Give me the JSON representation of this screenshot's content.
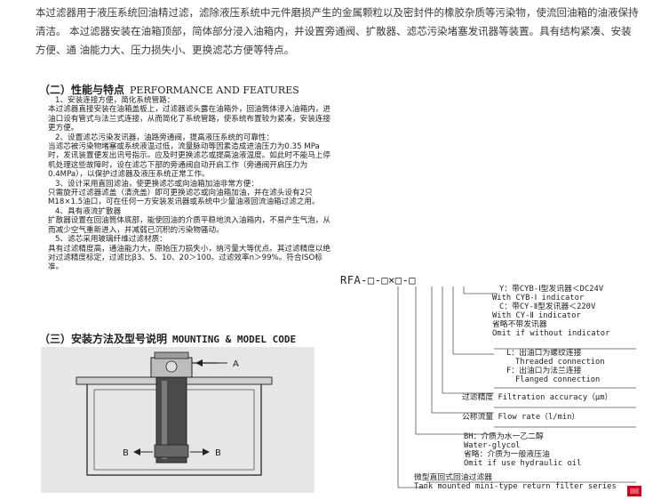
{
  "intro": {
    "text": "本过滤器用于液压系统回油精过滤，滤除液压系统中元件磨损产生的金属颗粒以及密封件的橡胶杂质等污染物，使流回油箱的油液保持清洁。 本过滤器安装在油箱顶部，简体部分浸入油箱内，并设置旁通阀、扩散器、滤芯污染堵塞发讯器等装置。具有结构紧凑、安装方便、通 油能力大、压力损失小、更换滤芯方便等特点。"
  },
  "performance": {
    "title_cn": "（二）性能与特点",
    "title_en": "PERFORMANCE AND FEATURES",
    "items": [
      {
        "h": "1、安装连接方便，简化系统管路：",
        "t": "本过滤器直接安装在油箱盖板上，过滤器滤头露在油箱外，回油筒体浸入油箱内，进油口设有管式与法兰式连接，从而简化了系统管路，使系统布置较为紧凑，安装连接更方便。"
      },
      {
        "h": "2、设置滤芯污染发讯器，油路旁通阀，提高液压系统的可靠性：",
        "t": "当滤芯被污染物堵塞或系统液温过低，流量脉动等因素造成进油压力为0.35 MPa时，发讯装置便发出讯号指示。应及时更换滤芯或提高油液温度。如此时不能马上停机处理这些故障时，设在滤芯下部的旁通阀自动开启工作（旁通阀开启压力为0.4MPa），以保护过滤器及液压系统正常工作。"
      },
      {
        "h": "3、设计采用直回滤油，使更换滤芯或向油箱加油非常方便：",
        "t": "只需旋开过滤器滤盖（清洗盖）即可更换滤芯或向油箱加油，并在滤头设有2只M18×1.5油口，可在任何一方安装发讯器或系统中少量油液回流油箱过滤之用。"
      },
      {
        "h": "4、具有液流扩散器",
        "t": "扩散器设置在回油筒体底部，能使回油的介质平稳地流入油箱内，不易产生气泡，从而减少空气重新进入，并减弱已沉积的污染物骚动。"
      },
      {
        "h": "5、滤芯采用玻璃纤维过滤材质：",
        "t": "具有过滤精度高，通油能力大，原始压力损失小，纳污量大等优点。其过滤精度以绝对过滤精度标定，过滤比β3、5、10、20＞100。过滤效率n＞99%。符合ISO标准。"
      }
    ]
  },
  "mounting": {
    "title_cn": "（三）安装方法及型号说明",
    "title_en": "MOUNTING & MODEL CODE"
  },
  "diagram": {
    "label_a": "A",
    "label_b1": "B",
    "label_b2": "B"
  },
  "model_code": {
    "code": "RFA-□-□×□-□",
    "lines": [
      "Y：带CYB-Ⅰ型发讯器＜DC24V",
      "With CYB-Ⅰ indicator",
      "C：带CY-Ⅱ型发讯器＜220V",
      "With CY-Ⅱ indicator",
      "省略不带发讯器",
      "Omit if without indicator",
      "L：出油口为螺纹连接",
      "Threaded connection",
      "F：出油口为法兰连接",
      "Flanged connection",
      "过滤精度 Filtration accuracy（μm）",
      "公称流量 Flow rate（l/min）",
      "BH：介质为水一乙二醇",
      "Water-glycol",
      "省略：介质为一般液压油",
      "Omit if use hydraulic oil",
      "微型直回式回油过滤器",
      "Tank mounted mini-type return filter series"
    ]
  },
  "colors": {
    "intro_text": "#3a3a3a",
    "diagram_bg": "#e6e6e6",
    "logo_red": "#d0021b"
  }
}
